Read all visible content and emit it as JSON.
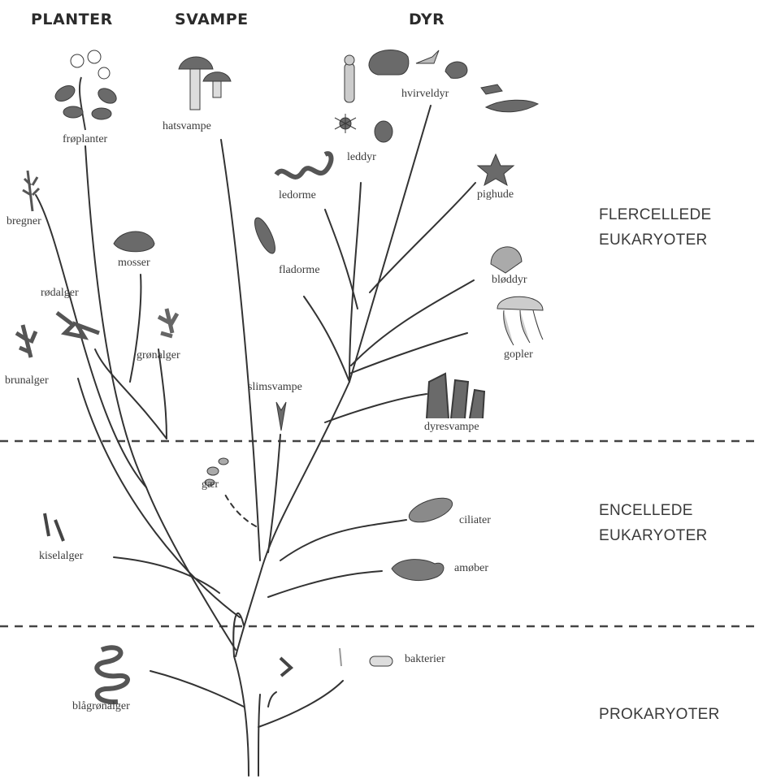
{
  "headers": {
    "planter": "PLANTER",
    "svampe": "SVAMPE",
    "dyr": "DYR"
  },
  "zones": {
    "multicellular": [
      "FLERCELLEDE",
      "EUKARYOTER"
    ],
    "unicellular": [
      "ENCELLEDE",
      "EUKARYOTER"
    ],
    "prokaryotes": [
      "PROKARYOTER"
    ]
  },
  "labels": {
    "froplanter": "frøplanter",
    "hatsvampe": "hatsvampe",
    "hvirveldyr": "hvirveldyr",
    "leddyr": "leddyr",
    "ledorme": "ledorme",
    "pighude": "pighude",
    "bregner": "bregner",
    "mosser": "mosser",
    "fladorme": "fladorme",
    "blodyr": "bløddyr",
    "rodalger": "rødalger",
    "gronalger": "grønalger",
    "brunalger": "brunalger",
    "gopler": "gopler",
    "slimsvampe": "slimsvampe",
    "dyresvampe": "dyresvampe",
    "gaer": "gær",
    "ciliater": "ciliater",
    "kiselalger": "kiselalger",
    "amober": "amøber",
    "bakterier": "bakterier",
    "blagronalger": "blågrønalger"
  },
  "colors": {
    "ink": "#333333",
    "illustration": "#6a6a6a",
    "illustration_light": "#b5b5b5"
  }
}
